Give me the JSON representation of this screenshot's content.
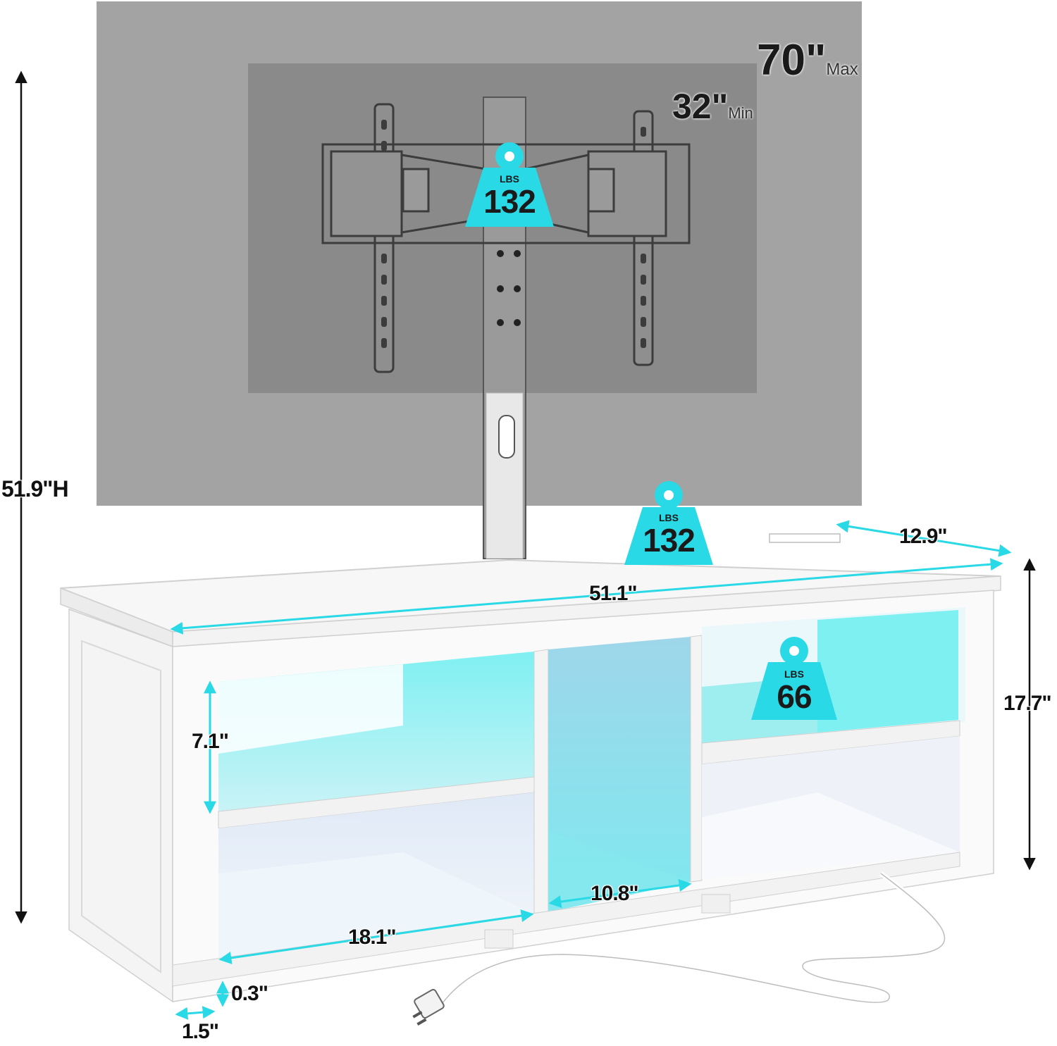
{
  "screen_size": {
    "max_value": "70\"",
    "max_label": "Max",
    "min_value": "32\"",
    "min_label": "Min"
  },
  "weights": {
    "mount": {
      "unit": "LBS",
      "value": "132"
    },
    "top": {
      "unit": "LBS",
      "value": "132"
    },
    "shelf": {
      "unit": "LBS",
      "value": "66"
    }
  },
  "dimensions": {
    "total_height": "51.9\"H",
    "depth": "12.9\"",
    "width": "51.1\"",
    "cabinet_height": "17.7\"",
    "shelf_height": "7.1\"",
    "middle_width": "10.8\"",
    "left_width": "18.1\"",
    "base_height": "0.3\"",
    "leg_width": "1.5\""
  },
  "colors": {
    "accent": "#29d9e6",
    "tv_outer": "#a3a3a3",
    "tv_inner": "#8a8a8a",
    "cabinet": "#ffffff",
    "led_glow": "#7ee6ec"
  }
}
